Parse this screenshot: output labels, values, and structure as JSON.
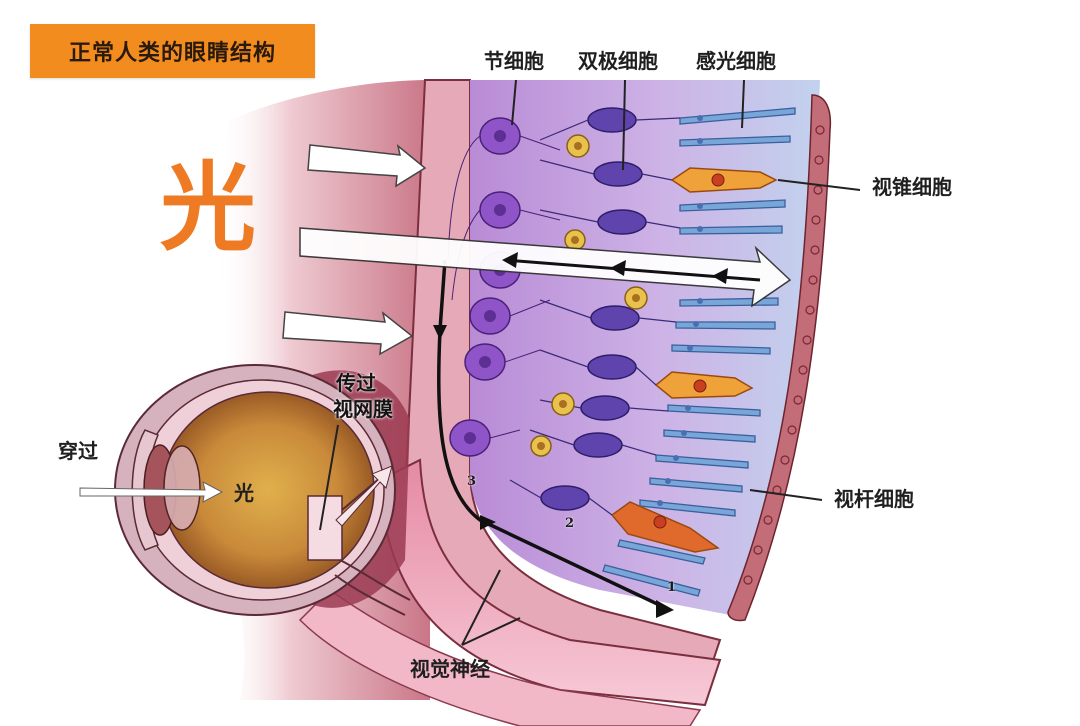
{
  "title": "正常人类的眼睛结构",
  "big_label": "光",
  "labels": {
    "ganglion_cell": "节细胞",
    "bipolar_cell": "双极细胞",
    "photoreceptor_cell": "感光细胞",
    "cone_cell": "视锥细胞",
    "rod_cell": "视杆细胞",
    "pass_through_retina_line1": "传过",
    "pass_through_retina_line2": "视网膜",
    "pass_through": "穿过",
    "light_small": "光",
    "optic_nerve": "视觉神经"
  },
  "signal_path_numbers": [
    "1",
    "2",
    "3"
  ],
  "colors": {
    "title_bg": "#F28C1E",
    "big_light": "#EE7A23",
    "ganglion": "#8B4FC2",
    "bipolar": "#5B3FA8",
    "rod": "#5C8FC9",
    "cone": "#E8872A",
    "tissue": "#C9607A",
    "retina_bg": "#C7A6DF",
    "eyeball": "#C98A3A"
  }
}
